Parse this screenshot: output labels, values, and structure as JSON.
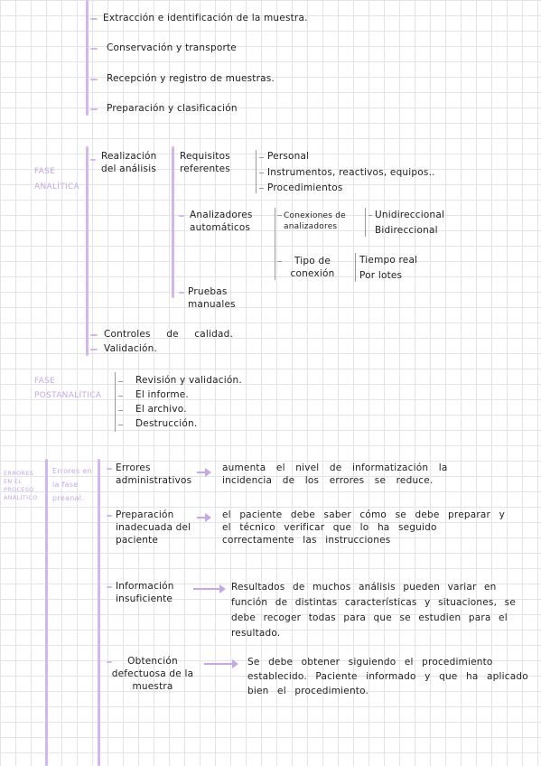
{
  "preanalitica": {
    "items": [
      "Extracción e identificación de la muestra.",
      "Conservación y transporte",
      "Recepción y registro de muestras.",
      "Preparación y clasificación"
    ]
  },
  "analitica": {
    "label": "FASE ANALÍTICA",
    "realizacion": "Realización del análisis",
    "requisitos": "Requisitos referentes",
    "requisitos_items": [
      "Personal",
      "Instrumentos, reactivos, equipos..",
      "Procedimientos"
    ],
    "analizadores": "Analizadores automáticos",
    "conexiones": "Conexiones de analizadores",
    "conexiones_items": [
      "Unidireccional",
      "Bidireccional"
    ],
    "tipo_conexion": "Tipo de conexión",
    "tipo_items": [
      "Tiempo real",
      "Por lotes"
    ],
    "pruebas": "Pruebas manuales",
    "controles": "Controles de calidad.",
    "validacion": "Validación."
  },
  "postanalitica": {
    "label": "FASE POSTANALÍTICA",
    "items": [
      "Revisión y validación.",
      "El informe.",
      "El archivo.",
      "Destrucción."
    ]
  },
  "errores": {
    "label": "ERRORES EN EL PROCESO ANALÍTICO",
    "sublabel": "Errores en la fase preanal.",
    "rows": [
      {
        "cause": "Errores administrativos",
        "effect": "aumenta el nivel de informatización la incidencia de los errores se reduce."
      },
      {
        "cause": "Preparación inadecuada del paciente",
        "effect": "el paciente debe saber cómo se debe preparar y el técnico verificar que lo ha seguido correctamente las instrucciones"
      },
      {
        "cause": "Información insuficiente",
        "effect": "Resultados de muchos análisis pueden variar en función de distintas características y situaciones, se debe recoger todas para que se estudien para el resultado."
      },
      {
        "cause": "Obtención defectuosa de la muestra",
        "effect": "Se debe obtener siguiendo el procedimiento establecido. Paciente informado y que ha aplicado bien el procedimiento."
      }
    ]
  }
}
